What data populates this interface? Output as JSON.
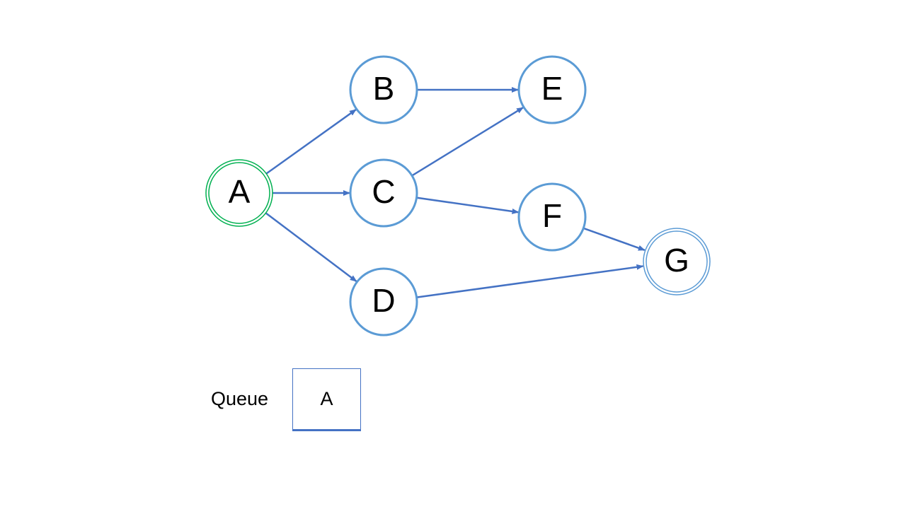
{
  "graph": {
    "nodes": [
      {
        "id": "A",
        "label": "A",
        "status": "start"
      },
      {
        "id": "B",
        "label": "B",
        "status": "normal"
      },
      {
        "id": "C",
        "label": "C",
        "status": "normal"
      },
      {
        "id": "D",
        "label": "D",
        "status": "normal"
      },
      {
        "id": "E",
        "label": "E",
        "status": "normal"
      },
      {
        "id": "F",
        "label": "F",
        "status": "normal"
      },
      {
        "id": "G",
        "label": "G",
        "status": "goal"
      }
    ],
    "edges": [
      {
        "from": "A",
        "to": "B"
      },
      {
        "from": "A",
        "to": "C"
      },
      {
        "from": "A",
        "to": "D"
      },
      {
        "from": "B",
        "to": "E"
      },
      {
        "from": "C",
        "to": "E"
      },
      {
        "from": "C",
        "to": "F"
      },
      {
        "from": "F",
        "to": "G"
      },
      {
        "from": "D",
        "to": "G"
      }
    ]
  },
  "queue": {
    "label": "Queue",
    "items": [
      "A"
    ]
  },
  "colors": {
    "node_stroke": "#5b9bd5",
    "start_stroke": "#00b050",
    "edge": "#4472c4",
    "queue_border": "#4472c4"
  }
}
